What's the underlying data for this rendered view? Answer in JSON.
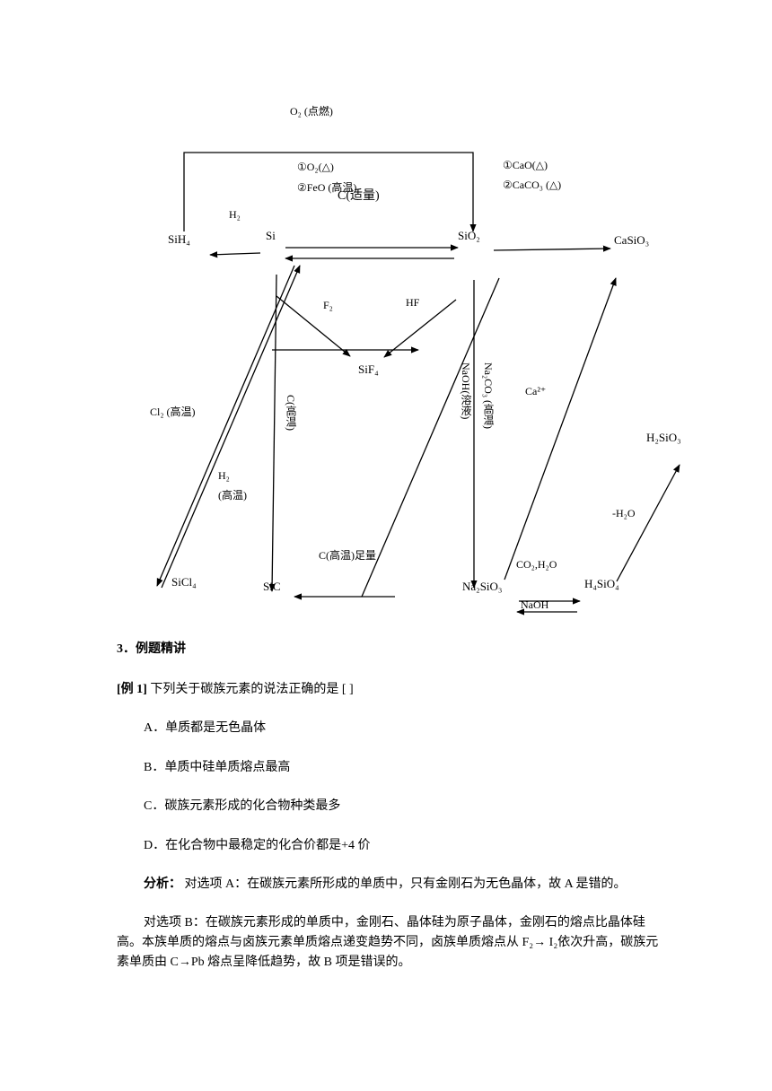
{
  "diagram": {
    "o2_burn": "O₂ (点燃)",
    "cond_o2": "①O₂(△)",
    "cond_feo": "②FeO (高温)",
    "cond_c_excess": "C(适量)",
    "cond_cao": "①CaO(△)",
    "cond_caco3": "②CaCO₃ (△)",
    "h2": "H₂",
    "sih4": "SiH₄",
    "si": "Si",
    "sio2": "SiO₂",
    "casio3": "CaSiO₃",
    "f2": "F₂",
    "hf": "HF",
    "sif4": "SiF₄",
    "cl2_high": "Cl₂ (高温)",
    "c_high": "C(高温)",
    "naoh_sol": "NaOH(溶液)",
    "na2co3_high": "Na₂CO₃ (高温)",
    "ca2": "Ca²⁺",
    "h2sio3": "H₂SiO₃",
    "h2_label": "H₂",
    "high_temp": "(高温)",
    "minus_h2o": "-H₂O",
    "c_high_excess": "C(高温)足量",
    "co2_h2o": "CO₂,H₂O",
    "sicl4": "SiCl₄",
    "sic": "SiC",
    "na2sio3": "Na₂SiO₃",
    "h4sio4": "H₄SiO₄",
    "naoh": "NaOH"
  },
  "doc": {
    "section_title": "3．例题精讲",
    "example_tag": "[例 1]",
    "question": "下列关于碳族元素的说法正确的是 [ ]",
    "options": [
      "A．单质都是无色晶体",
      "B．单质中硅单质熔点最高",
      "C．碳族元素形成的化合物种类最多",
      "D．在化合物中最稳定的化合价都是+4 价"
    ],
    "analysis_label": "分析：",
    "analysis_a": "对选项 A：在碳族元素所形成的单质中，只有金刚石为无色晶体，故 A 是错的。",
    "analysis_b": "对选项 B：在碳族元素形成的单质中，金刚石、晶体硅为原子晶体，金刚石的熔点比晶体硅高。本族单质的熔点与卤族元素单质熔点递变趋势不同，卤族单质熔点从 F₂→ I₂依次升高，碳族元素单质由 C→Pb 熔点呈降低趋势，故 B 项是错误的。"
  }
}
